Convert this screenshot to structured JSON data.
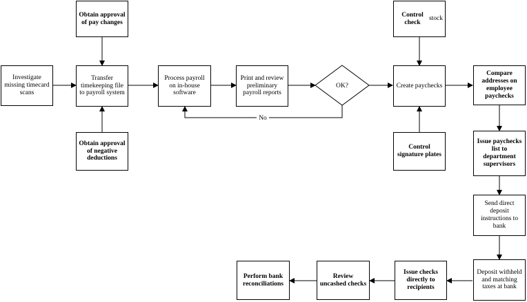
{
  "nodes": {
    "investigate": "Investigate missing timecard scans",
    "approval_pay": "Obtain approval of pay changes",
    "transfer": "Transfer timekeeping file to payroll system",
    "approval_neg": "Obtain approval of negative deductions",
    "process": "Process payroll on in-house software",
    "print": "Print and review preliminary payroll reports",
    "ok": "OK?",
    "control_stock_bold": "Control check",
    "control_stock_rest": "stock",
    "create": "Create paychecks",
    "control_sig": "Control signature plates",
    "compare": "Compare addresses on employee paychecks",
    "issue_list": "Issue paychecks list to department supervisors",
    "send_direct": "Send direct deposit instructions to bank",
    "deposit": "Deposit withheld and matching taxes at bank",
    "issue_checks": "Issue checks directly to recipients",
    "review": "Review uncashed checks",
    "perform": "Perform bank reconciliations"
  },
  "edges": {
    "no_label": "No"
  }
}
